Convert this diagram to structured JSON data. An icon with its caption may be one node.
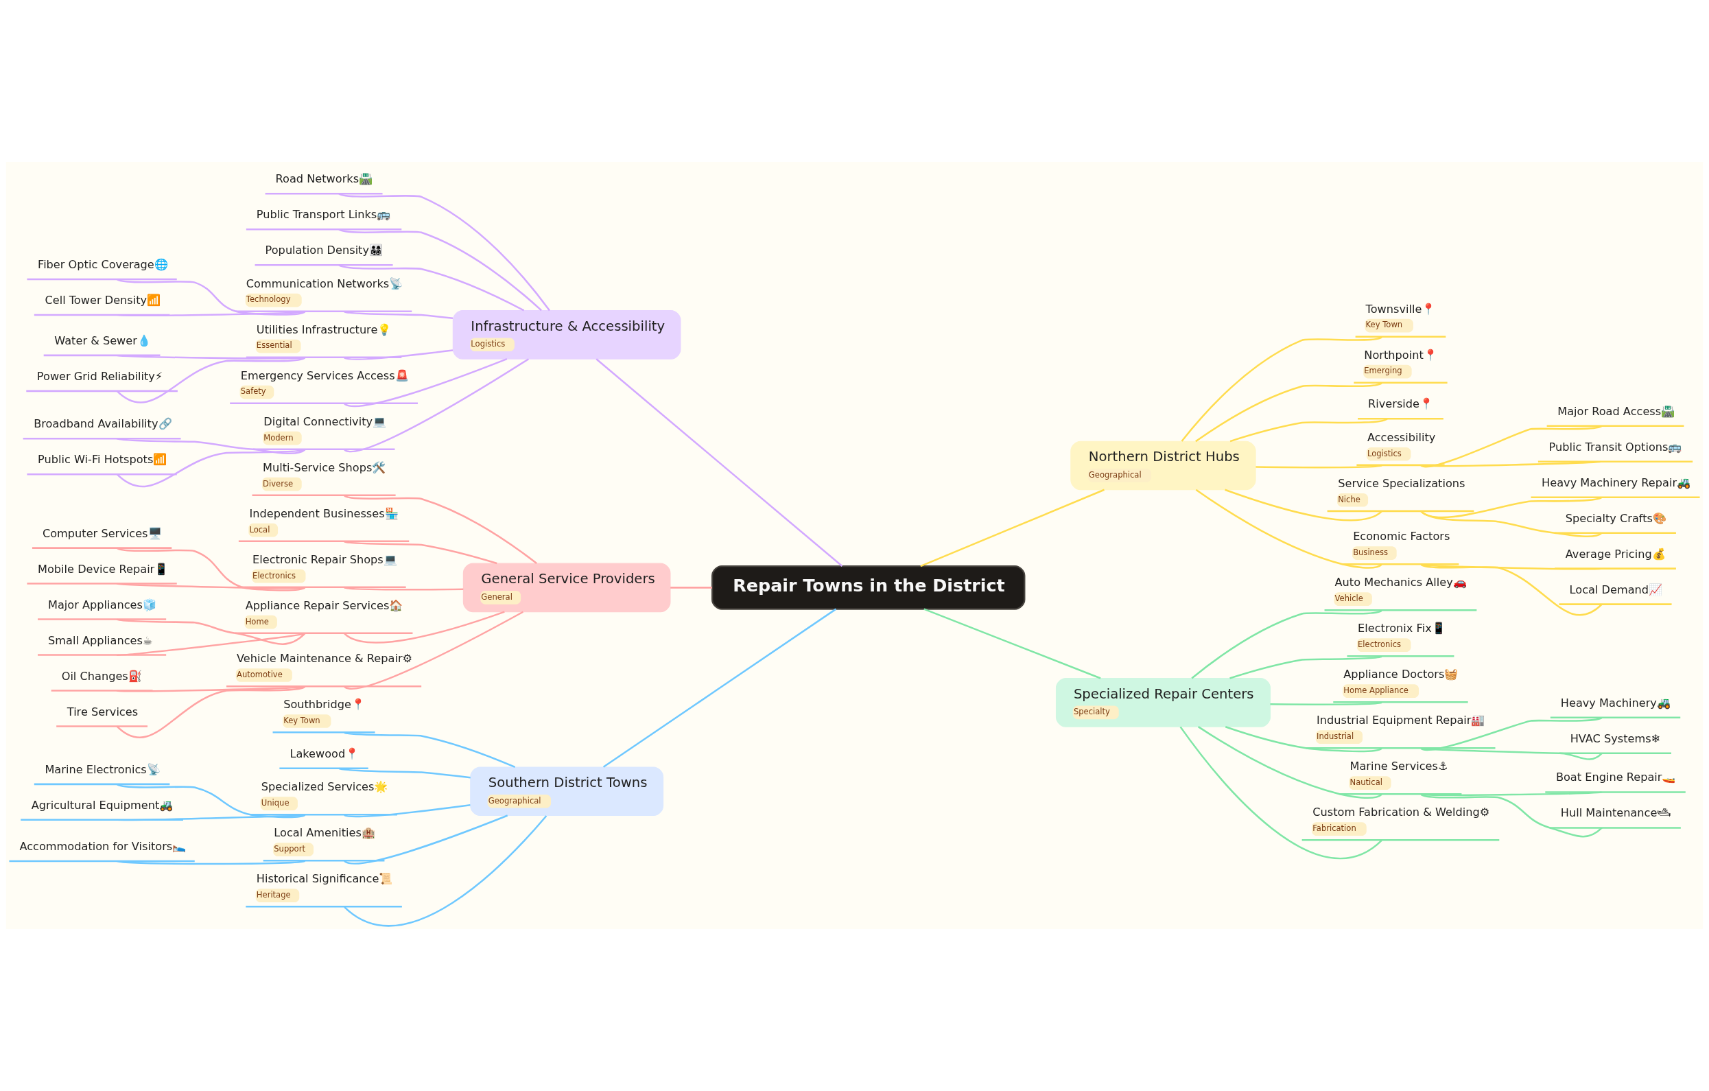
{
  "diagram": {
    "nodes": [
      {
        "text": [
          "Repair Towns in the District"
        ]
      },
      {
        "text": [
          "Infrastructure & Accessibility",
          "Logistics"
        ]
      },
      {
        "text": [
          "Road Networks🛣️"
        ]
      },
      {
        "text": [
          "Public Transport Links🚌"
        ]
      },
      {
        "text": [
          "Population Density👨‍👩‍👧‍👦"
        ]
      },
      {
        "text": [
          "Communication Networks📡",
          "Technology"
        ]
      },
      {
        "text": [
          "Fiber Optic Coverage🌐"
        ]
      },
      {
        "text": [
          "Cell Tower Density📶"
        ]
      },
      {
        "text": [
          "Utilities Infrastructure💡",
          "Essential"
        ]
      },
      {
        "text": [
          "Water & Sewer💧"
        ]
      },
      {
        "text": [
          "Power Grid Reliability⚡"
        ]
      },
      {
        "text": [
          "Emergency Services Access🚨",
          "Safety"
        ]
      },
      {
        "text": [
          "Digital Connectivity💻",
          "Modern"
        ]
      },
      {
        "text": [
          "Broadband Availability🔗"
        ]
      },
      {
        "text": [
          "Public Wi-Fi Hotspots📶"
        ]
      },
      {
        "text": [
          "General Service Providers",
          "General"
        ]
      },
      {
        "text": [
          "Multi-Service Shops🛠️",
          "Diverse"
        ]
      },
      {
        "text": [
          "Independent Businesses🏪",
          "Local"
        ]
      },
      {
        "text": [
          "Electronic Repair Shops💻",
          "Electronics"
        ]
      },
      {
        "text": [
          "Computer Services🖥️"
        ]
      },
      {
        "text": [
          "Mobile Device Repair📱"
        ]
      },
      {
        "text": [
          "Appliance Repair Services🏠",
          "Home"
        ]
      },
      {
        "text": [
          "Major Appliances🧊"
        ]
      },
      {
        "text": [
          "Small Appliances☕"
        ]
      },
      {
        "text": [
          "Vehicle Maintenance & Repair⚙",
          "Automotive"
        ]
      },
      {
        "text": [
          "Oil Changes⛽"
        ]
      },
      {
        "text": [
          "Tire Services"
        ]
      },
      {
        "text": [
          "Southern District Towns",
          "Geographical"
        ]
      },
      {
        "text": [
          "Southbridge📍",
          "Key Town"
        ]
      },
      {
        "text": [
          "Lakewood📍"
        ]
      },
      {
        "text": [
          "Specialized Services🌟",
          "Unique"
        ]
      },
      {
        "text": [
          "Marine Electronics📡"
        ]
      },
      {
        "text": [
          "Agricultural Equipment🚜"
        ]
      },
      {
        "text": [
          "Local Amenities🏨",
          "Support"
        ]
      },
      {
        "text": [
          "Accommodation for Visitors🛌"
        ]
      },
      {
        "text": [
          "Historical Significance📜",
          "Heritage"
        ]
      },
      {
        "text": [
          "Northern District Hubs",
          "Geographical"
        ]
      },
      {
        "text": [
          "Townsville📍",
          "Key Town"
        ]
      },
      {
        "text": [
          "Northpoint📍",
          "Emerging"
        ]
      },
      {
        "text": [
          "Riverside📍"
        ]
      },
      {
        "text": [
          "Accessibility",
          "Logistics"
        ]
      },
      {
        "text": [
          "Major Road Access🛣️"
        ]
      },
      {
        "text": [
          "Public Transit Options🚌"
        ]
      },
      {
        "text": [
          "Service Specializations",
          "Niche"
        ]
      },
      {
        "text": [
          "Heavy Machinery Repair🚜"
        ]
      },
      {
        "text": [
          "Specialty Crafts🎨"
        ]
      },
      {
        "text": [
          "Economic Factors",
          "Business"
        ]
      },
      {
        "text": [
          "Average Pricing💰"
        ]
      },
      {
        "text": [
          "Local Demand📈"
        ]
      },
      {
        "text": [
          "Specialized Repair Centers",
          "Specialty"
        ]
      },
      {
        "text": [
          "Auto Mechanics Alley🚗",
          "Vehicle"
        ]
      },
      {
        "text": [
          "Electronix Fix📱",
          "Electronics"
        ]
      },
      {
        "text": [
          "Appliance Doctors🧺",
          "Home Appliance"
        ]
      },
      {
        "text": [
          "Industrial Equipment Repair🏭",
          "Industrial"
        ]
      },
      {
        "text": [
          "Heavy Machinery🚜"
        ]
      },
      {
        "text": [
          "HVAC Systems❄"
        ]
      },
      {
        "text": [
          "Marine Services⚓",
          "Nautical"
        ]
      },
      {
        "text": [
          "Boat Engine Repair🚤"
        ]
      },
      {
        "text": [
          "Hull Maintenance🛥"
        ]
      },
      {
        "text": [
          "Custom Fabrication & Welding⚙",
          "Fabrication"
        ]
      }
    ],
    "edges": [
      {
        "from": 0,
        "to": 1,
        "arrow": "none",
        "color": "#d3a9ff"
      },
      {
        "from": 1,
        "to": 2,
        "arrow": "none",
        "color": "#d3a9ff"
      },
      {
        "from": 1,
        "to": 3,
        "arrow": "none",
        "color": "#d3a9ff"
      },
      {
        "from": 1,
        "to": 4,
        "arrow": "none",
        "color": "#d3a9ff"
      },
      {
        "from": 1,
        "to": 5,
        "arrow": "none",
        "color": "#d3a9ff"
      },
      {
        "from": 5,
        "to": 6,
        "arrow": "none",
        "color": "#d3a9ff"
      },
      {
        "from": 5,
        "to": 7,
        "arrow": "none",
        "color": "#d3a9ff"
      },
      {
        "from": 1,
        "to": 8,
        "arrow": "none",
        "color": "#d3a9ff"
      },
      {
        "from": 8,
        "to": 9,
        "arrow": "none",
        "color": "#d3a9ff"
      },
      {
        "from": 8,
        "to": 10,
        "arrow": "none",
        "color": "#d3a9ff"
      },
      {
        "from": 1,
        "to": 11,
        "arrow": "none",
        "color": "#d3a9ff"
      },
      {
        "from": 1,
        "to": 12,
        "arrow": "none",
        "color": "#d3a9ff"
      },
      {
        "from": 12,
        "to": 13,
        "arrow": "none",
        "color": "#d3a9ff"
      },
      {
        "from": 12,
        "to": 14,
        "arrow": "none",
        "color": "#d3a9ff"
      },
      {
        "from": 0,
        "to": 15,
        "arrow": "none",
        "color": "#ffa3a3"
      },
      {
        "from": 15,
        "to": 16,
        "arrow": "none",
        "color": "#ffa3a3"
      },
      {
        "from": 15,
        "to": 17,
        "arrow": "none",
        "color": "#ffa3a3"
      },
      {
        "from": 15,
        "to": 18,
        "arrow": "none",
        "color": "#ffa3a3"
      },
      {
        "from": 18,
        "to": 19,
        "arrow": "none",
        "color": "#ffa3a3"
      },
      {
        "from": 18,
        "to": 20,
        "arrow": "none",
        "color": "#ffa3a3"
      },
      {
        "from": 15,
        "to": 21,
        "arrow": "none",
        "color": "#ffa3a3"
      },
      {
        "from": 21,
        "to": 22,
        "arrow": "none",
        "color": "#ffa3a3"
      },
      {
        "from": 21,
        "to": 23,
        "arrow": "none",
        "color": "#ffa3a3"
      },
      {
        "from": 15,
        "to": 24,
        "arrow": "none",
        "color": "#ffa3a3"
      },
      {
        "from": 24,
        "to": 25,
        "arrow": "none",
        "color": "#ffa3a3"
      },
      {
        "from": 24,
        "to": 26,
        "arrow": "none",
        "color": "#ffa3a3"
      },
      {
        "from": 0,
        "to": 27,
        "arrow": "none",
        "color": "#6fc8ff"
      },
      {
        "from": 27,
        "to": 28,
        "arrow": "none",
        "color": "#6fc8ff"
      },
      {
        "from": 27,
        "to": 29,
        "arrow": "none",
        "color": "#6fc8ff"
      },
      {
        "from": 27,
        "to": 30,
        "arrow": "none",
        "color": "#6fc8ff"
      },
      {
        "from": 30,
        "to": 31,
        "arrow": "none",
        "color": "#6fc8ff"
      },
      {
        "from": 30,
        "to": 32,
        "arrow": "none",
        "color": "#6fc8ff"
      },
      {
        "from": 27,
        "to": 33,
        "arrow": "none",
        "color": "#6fc8ff"
      },
      {
        "from": 33,
        "to": 34,
        "arrow": "none",
        "color": "#6fc8ff"
      },
      {
        "from": 27,
        "to": 35,
        "arrow": "none",
        "color": "#6fc8ff"
      },
      {
        "from": 0,
        "to": 36,
        "arrow": "none",
        "color": "#ffdc4f"
      },
      {
        "from": 36,
        "to": 37,
        "arrow": "none",
        "color": "#ffdc4f"
      },
      {
        "from": 36,
        "to": 38,
        "arrow": "none",
        "color": "#ffdc4f"
      },
      {
        "from": 36,
        "to": 39,
        "arrow": "none",
        "color": "#ffdc4f"
      },
      {
        "from": 36,
        "to": 40,
        "arrow": "none",
        "color": "#ffdc4f"
      },
      {
        "from": 40,
        "to": 41,
        "arrow": "none",
        "color": "#ffdc4f"
      },
      {
        "from": 40,
        "to": 42,
        "arrow": "none",
        "color": "#ffdc4f"
      },
      {
        "from": 36,
        "to": 43,
        "arrow": "none",
        "color": "#ffdc4f"
      },
      {
        "from": 43,
        "to": 44,
        "arrow": "none",
        "color": "#ffdc4f"
      },
      {
        "from": 43,
        "to": 45,
        "arrow": "none",
        "color": "#ffdc4f"
      },
      {
        "from": 36,
        "to": 46,
        "arrow": "none",
        "color": "#ffdc4f"
      },
      {
        "from": 46,
        "to": 47,
        "arrow": "none",
        "color": "#ffdc4f"
      },
      {
        "from": 46,
        "to": 48,
        "arrow": "none",
        "color": "#ffdc4f"
      },
      {
        "from": 0,
        "to": 49,
        "arrow": "none",
        "color": "#80e6a6"
      },
      {
        "from": 49,
        "to": 50,
        "arrow": "none",
        "color": "#80e6a6"
      },
      {
        "from": 49,
        "to": 51,
        "arrow": "none",
        "color": "#80e6a6"
      },
      {
        "from": 49,
        "to": 52,
        "arrow": "none",
        "color": "#80e6a6"
      },
      {
        "from": 49,
        "to": 53,
        "arrow": "none",
        "color": "#80e6a6"
      },
      {
        "from": 53,
        "to": 54,
        "arrow": "none",
        "color": "#80e6a6"
      },
      {
        "from": 53,
        "to": 55,
        "arrow": "none",
        "color": "#80e6a6"
      },
      {
        "from": 49,
        "to": 56,
        "arrow": "none",
        "color": "#80e6a6"
      },
      {
        "from": 56,
        "to": 57,
        "arrow": "none",
        "color": "#80e6a6"
      },
      {
        "from": 56,
        "to": 58,
        "arrow": "none",
        "color": "#80e6a6"
      },
      {
        "from": 49,
        "to": 59,
        "arrow": "none",
        "color": "#80e6a6"
      }
    ]
  }
}
